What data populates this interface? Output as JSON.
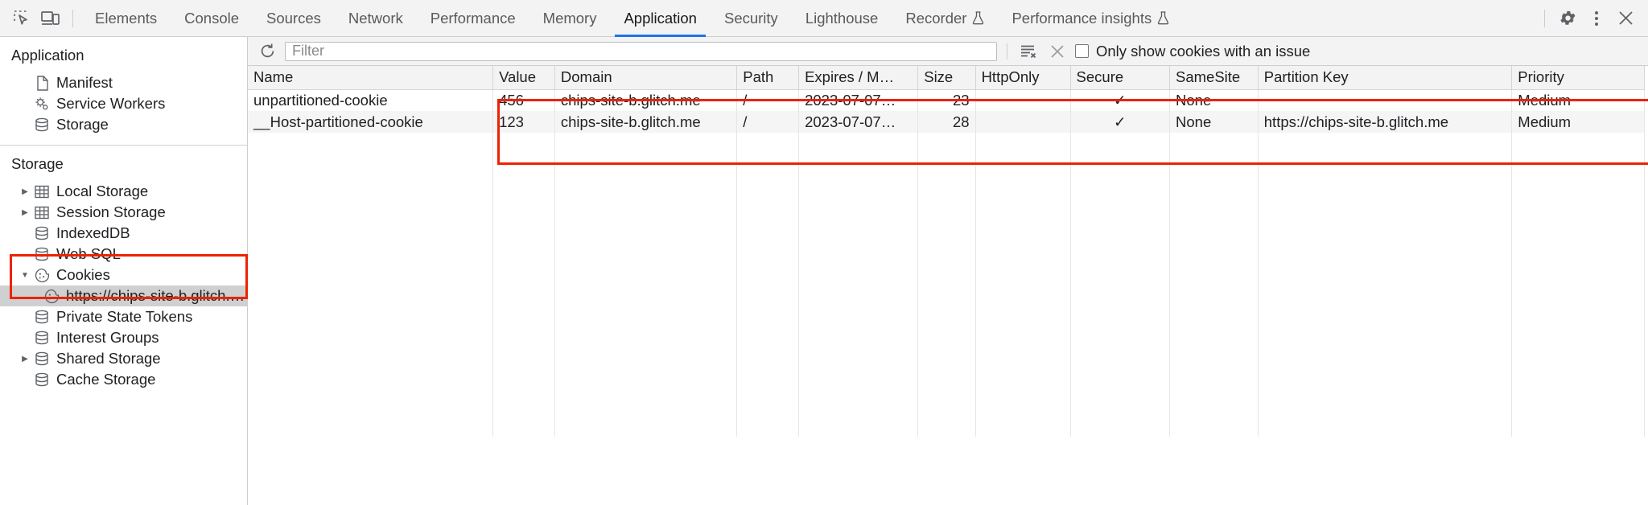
{
  "toolbar": {
    "inspect_icon": "inspect-element-icon",
    "device_icon": "device-toolbar-icon",
    "tabs": [
      {
        "label": "Elements",
        "active": false,
        "experimental": false
      },
      {
        "label": "Console",
        "active": false,
        "experimental": false
      },
      {
        "label": "Sources",
        "active": false,
        "experimental": false
      },
      {
        "label": "Network",
        "active": false,
        "experimental": false
      },
      {
        "label": "Performance",
        "active": false,
        "experimental": false
      },
      {
        "label": "Memory",
        "active": false,
        "experimental": false
      },
      {
        "label": "Application",
        "active": true,
        "experimental": false
      },
      {
        "label": "Security",
        "active": false,
        "experimental": false
      },
      {
        "label": "Lighthouse",
        "active": false,
        "experimental": false
      },
      {
        "label": "Recorder",
        "active": false,
        "experimental": true
      },
      {
        "label": "Performance insights",
        "active": false,
        "experimental": true
      }
    ],
    "settings_icon": "gear-icon",
    "more_icon": "kebab-menu-icon",
    "close_icon": "close-icon",
    "accent_color": "#1a73e8"
  },
  "sidebar": {
    "application_section": {
      "title": "Application",
      "items": [
        {
          "label": "Manifest",
          "icon": "document-icon",
          "depth": 2,
          "twisty": "",
          "selected": false
        },
        {
          "label": "Service Workers",
          "icon": "gear-wheels-icon",
          "depth": 2,
          "twisty": "",
          "selected": false
        },
        {
          "label": "Storage",
          "icon": "database-icon",
          "depth": 2,
          "twisty": "",
          "selected": false
        }
      ]
    },
    "storage_section": {
      "title": "Storage",
      "items": [
        {
          "label": "Local Storage",
          "icon": "table-icon",
          "depth": 2,
          "twisty": "collapsed",
          "selected": false
        },
        {
          "label": "Session Storage",
          "icon": "table-icon",
          "depth": 2,
          "twisty": "collapsed",
          "selected": false
        },
        {
          "label": "IndexedDB",
          "icon": "database-icon",
          "depth": 2,
          "twisty": "",
          "selected": false
        },
        {
          "label": "Web SQL",
          "icon": "database-icon",
          "depth": 2,
          "twisty": "",
          "selected": false
        },
        {
          "label": "Cookies",
          "icon": "cookie-icon",
          "depth": 2,
          "twisty": "expanded",
          "selected": false
        },
        {
          "label": "https://chips-site-b.glitch.me",
          "icon": "cookie-icon",
          "depth": 3,
          "twisty": "",
          "selected": true
        },
        {
          "label": "Private State Tokens",
          "icon": "database-icon",
          "depth": 2,
          "twisty": "",
          "selected": false
        },
        {
          "label": "Interest Groups",
          "icon": "database-icon",
          "depth": 2,
          "twisty": "",
          "selected": false
        },
        {
          "label": "Shared Storage",
          "icon": "database-icon",
          "depth": 2,
          "twisty": "collapsed",
          "selected": false
        },
        {
          "label": "Cache Storage",
          "icon": "database-icon",
          "depth": 2,
          "twisty": "",
          "selected": false
        }
      ]
    }
  },
  "filterbar": {
    "refresh_icon": "refresh-icon",
    "filter_placeholder": "Filter",
    "filter_value": "",
    "clear_filtered_icon": "clear-filtered-cookies-icon",
    "clear_all_icon": "clear-all-cookies-icon",
    "issue_checkbox_label": "Only show cookies with an issue",
    "issue_checkbox_checked": false
  },
  "table": {
    "columns": [
      "Name",
      "Value",
      "Domain",
      "Path",
      "Expires / M…",
      "Size",
      "HttpOnly",
      "Secure",
      "SameSite",
      "Partition Key",
      "Priority"
    ],
    "rows": [
      {
        "name": "unpartitioned-cookie",
        "value": "456",
        "domain": "chips-site-b.glitch.me",
        "path": "/",
        "expires": "2023-07-07…",
        "size": "23",
        "httponly": "",
        "secure": "✓",
        "samesite": "None",
        "partition_key": "",
        "priority": "Medium"
      },
      {
        "name": "__Host-partitioned-cookie",
        "value": "123",
        "domain": "chips-site-b.glitch.me",
        "path": "/",
        "expires": "2023-07-07…",
        "size": "28",
        "httponly": "",
        "secure": "✓",
        "samesite": "None",
        "partition_key": "https://chips-site-b.glitch.me",
        "priority": "Medium"
      }
    ]
  },
  "annotations": {
    "highlight_color": "#ee2200",
    "highlight_cookies_tree": "red box around Cookies node and selected origin",
    "highlight_table": "red box around cookie table header and rows"
  }
}
